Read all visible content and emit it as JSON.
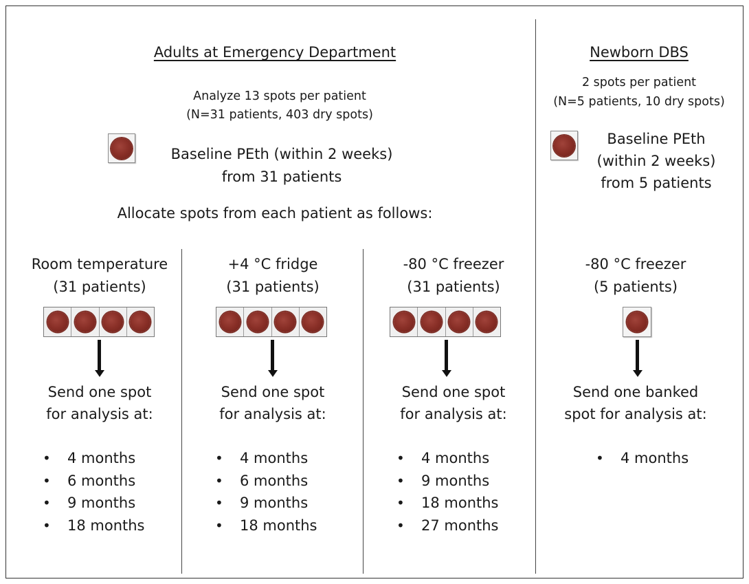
{
  "adults": {
    "title": "Adults at Emergency Department",
    "analyze_line1": "Analyze 13 spots per patient",
    "analyze_line2": "(N=31 patients, 403 dry spots)",
    "baseline_line1": "Baseline PEth (within 2 weeks)",
    "baseline_line2": "from 31 patients",
    "allocate": "Allocate spots from each patient as follows:"
  },
  "newborn": {
    "title": "Newborn DBS",
    "spots_line1": "2 spots per patient",
    "spots_line2": "(N=5 patients, 10 dry spots)",
    "baseline_line1": "Baseline PEth",
    "baseline_line2": "(within 2 weeks)",
    "baseline_line3": "from 5 patients"
  },
  "columns": [
    {
      "condition": "Room temperature",
      "patients": "(31 patients)",
      "send_line1": "Send one spot",
      "send_line2": "for analysis at:",
      "timepoints": [
        "4 months",
        "6 months",
        "9 months",
        "18 months"
      ]
    },
    {
      "condition": "+4 °C fridge",
      "patients": "(31 patients)",
      "send_line1": "Send one spot",
      "send_line2": "for analysis at:",
      "timepoints": [
        "4 months",
        "6 months",
        "9 months",
        "18 months"
      ]
    },
    {
      "condition": "-80 °C freezer",
      "patients": "(31 patients)",
      "send_line1": "Send one spot",
      "send_line2": "for analysis at:",
      "timepoints": [
        "4 months",
        "9 months",
        "18 months",
        "27 months"
      ]
    },
    {
      "condition": "-80 °C freezer",
      "patients": "(5 patients)",
      "send_line1": "Send one banked",
      "send_line2": "spot for analysis at:",
      "timepoints": [
        "4 months"
      ]
    }
  ],
  "colors": {
    "blood_spot": "#8a3028",
    "line": "#444444",
    "arrow": "#111111"
  }
}
